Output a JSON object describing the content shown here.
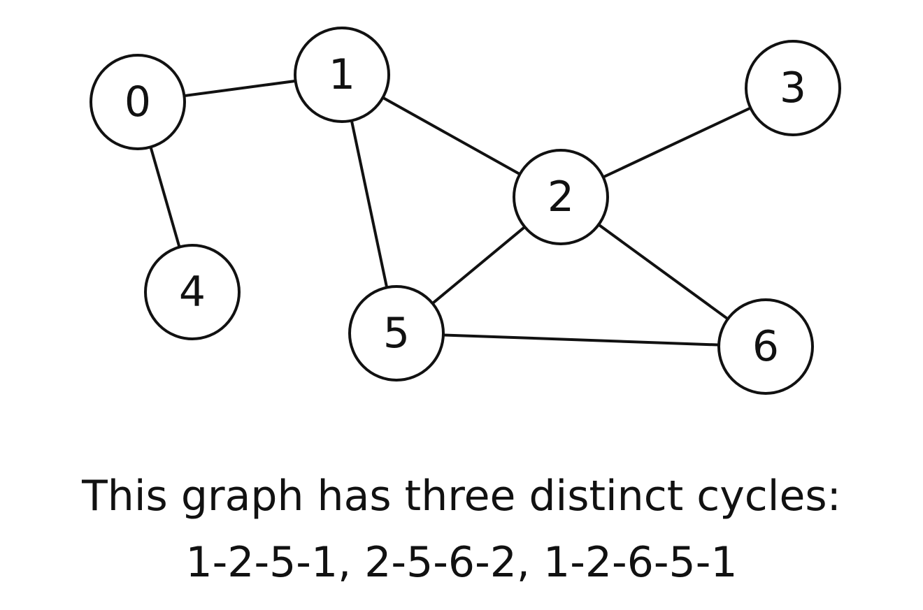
{
  "graph": {
    "nodes": [
      {
        "id": "0",
        "label": "0"
      },
      {
        "id": "1",
        "label": "1"
      },
      {
        "id": "2",
        "label": "2"
      },
      {
        "id": "3",
        "label": "3"
      },
      {
        "id": "4",
        "label": "4"
      },
      {
        "id": "5",
        "label": "5"
      },
      {
        "id": "6",
        "label": "6"
      }
    ],
    "edges": [
      {
        "from": "0",
        "to": "1"
      },
      {
        "from": "0",
        "to": "4"
      },
      {
        "from": "1",
        "to": "2"
      },
      {
        "from": "1",
        "to": "5"
      },
      {
        "from": "2",
        "to": "3"
      },
      {
        "from": "2",
        "to": "5"
      },
      {
        "from": "2",
        "to": "6"
      },
      {
        "from": "5",
        "to": "6"
      }
    ]
  },
  "caption": {
    "line1": "This graph has three distinct cycles:",
    "line2": "1-2-5-1, 2-5-6-2, 1-2-6-5-1"
  },
  "colors": {
    "stroke": "#111111",
    "background": "#ffffff"
  }
}
